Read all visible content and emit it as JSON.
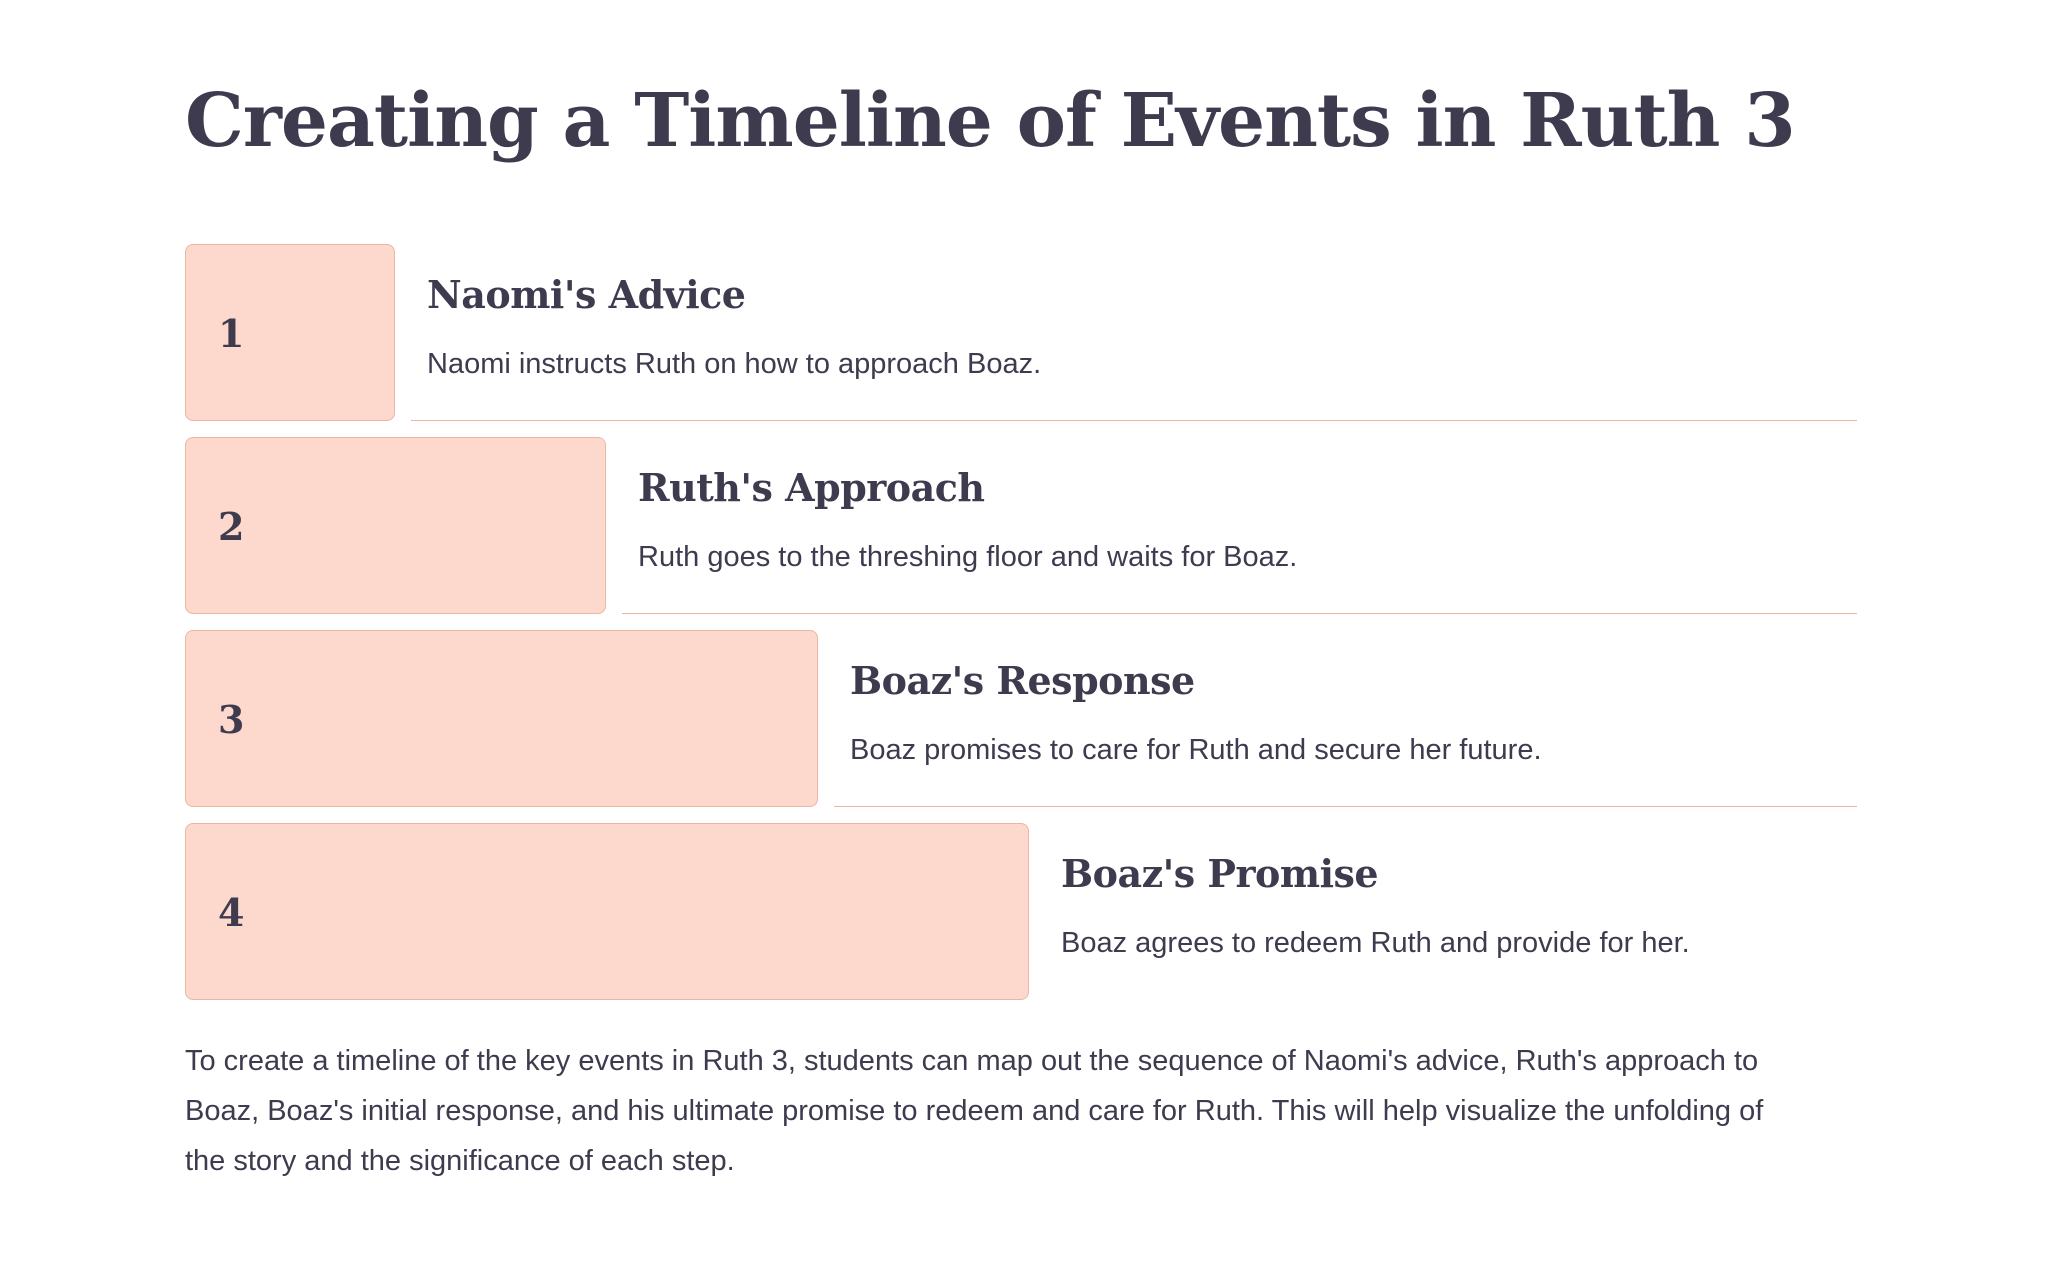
{
  "title": "Creating a Timeline of Events in Ruth 3",
  "steps": [
    {
      "number": "1",
      "heading": "Naomi's Advice",
      "description": "Naomi instructs Ruth on how to approach Boaz."
    },
    {
      "number": "2",
      "heading": "Ruth's Approach",
      "description": "Ruth goes to the threshing floor and waits for Boaz."
    },
    {
      "number": "3",
      "heading": "Boaz's Response",
      "description": "Boaz promises to care for Ruth and secure her future."
    },
    {
      "number": "4",
      "heading": "Boaz's Promise",
      "description": "Boaz agrees to redeem Ruth and provide for her."
    }
  ],
  "summary": "To create a timeline of the key events in Ruth 3, students can map out the sequence of Naomi's advice, Ruth's approach to Boaz, Boaz's initial response, and his ultimate promise to redeem and care for Ruth. This will help visualize the unfolding of the story and the significance of each step.",
  "colors": {
    "box_fill": "#fdd8cc",
    "box_border": "#ebb6a6",
    "text": "#3e3b4f"
  }
}
